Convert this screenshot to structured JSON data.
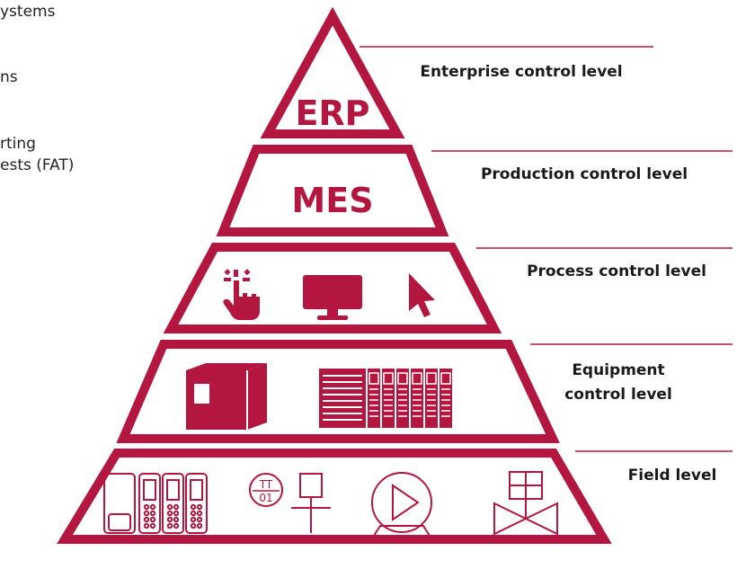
{
  "colors": {
    "accent": "#b3163e",
    "text": "#1a1a1a",
    "background": "#ffffff"
  },
  "left_text": {
    "line1": "ystems",
    "line2": "ns",
    "line3": "rting",
    "line4": "ests (FAT)"
  },
  "pyramid": {
    "tiers": [
      {
        "title": "ERP",
        "label": "Enterprise control level"
      },
      {
        "title": "MES",
        "label": "Production control level"
      },
      {
        "label": "Process control level",
        "icons": [
          "touch-hand-icon",
          "monitor-icon",
          "cursor-arrow-icon"
        ]
      },
      {
        "label_line1": "Equipment",
        "label_line2": "control level",
        "icons": [
          "controller-box-icon",
          "io-rack-icon"
        ]
      },
      {
        "label": "Field level",
        "icons": [
          "field-devices-icon",
          "temperature-transmitter-icon",
          "pump-icon",
          "control-valve-icon"
        ]
      }
    ],
    "transmitter_tag_top": "TT",
    "transmitter_tag_bottom": "01"
  }
}
